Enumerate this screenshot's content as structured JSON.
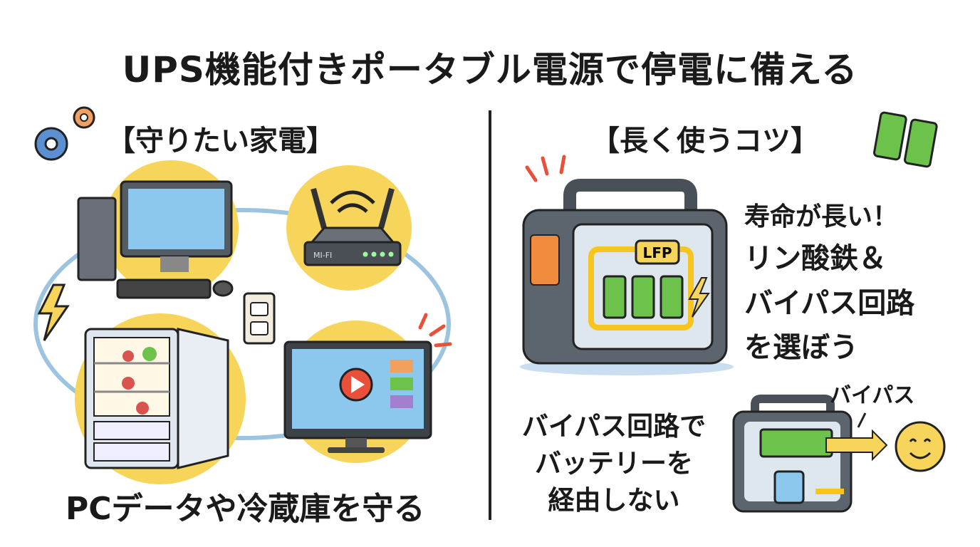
{
  "title": "UPS機能付きポータブル電源で停電に備える",
  "left": {
    "heading": "【守りたい家電】",
    "caption": "PCデータや冷蔵庫を守る",
    "router_label": "MI-FI"
  },
  "right": {
    "heading": "【長く使うコツ】",
    "tips": [
      "寿命が長い！",
      "リン酸鉄＆",
      "バイパス回路",
      "を選ぼう"
    ],
    "battery_label": "LFP",
    "bypass_text": [
      "バイパス回路で",
      "バッテリーを",
      "経由しない"
    ],
    "bypass_label": "バイパス"
  },
  "colors": {
    "yellow": "#f7d55a",
    "blue": "#8fc4e8",
    "green": "#6cc24a",
    "orange": "#f08a3c",
    "red": "#e8503a"
  }
}
